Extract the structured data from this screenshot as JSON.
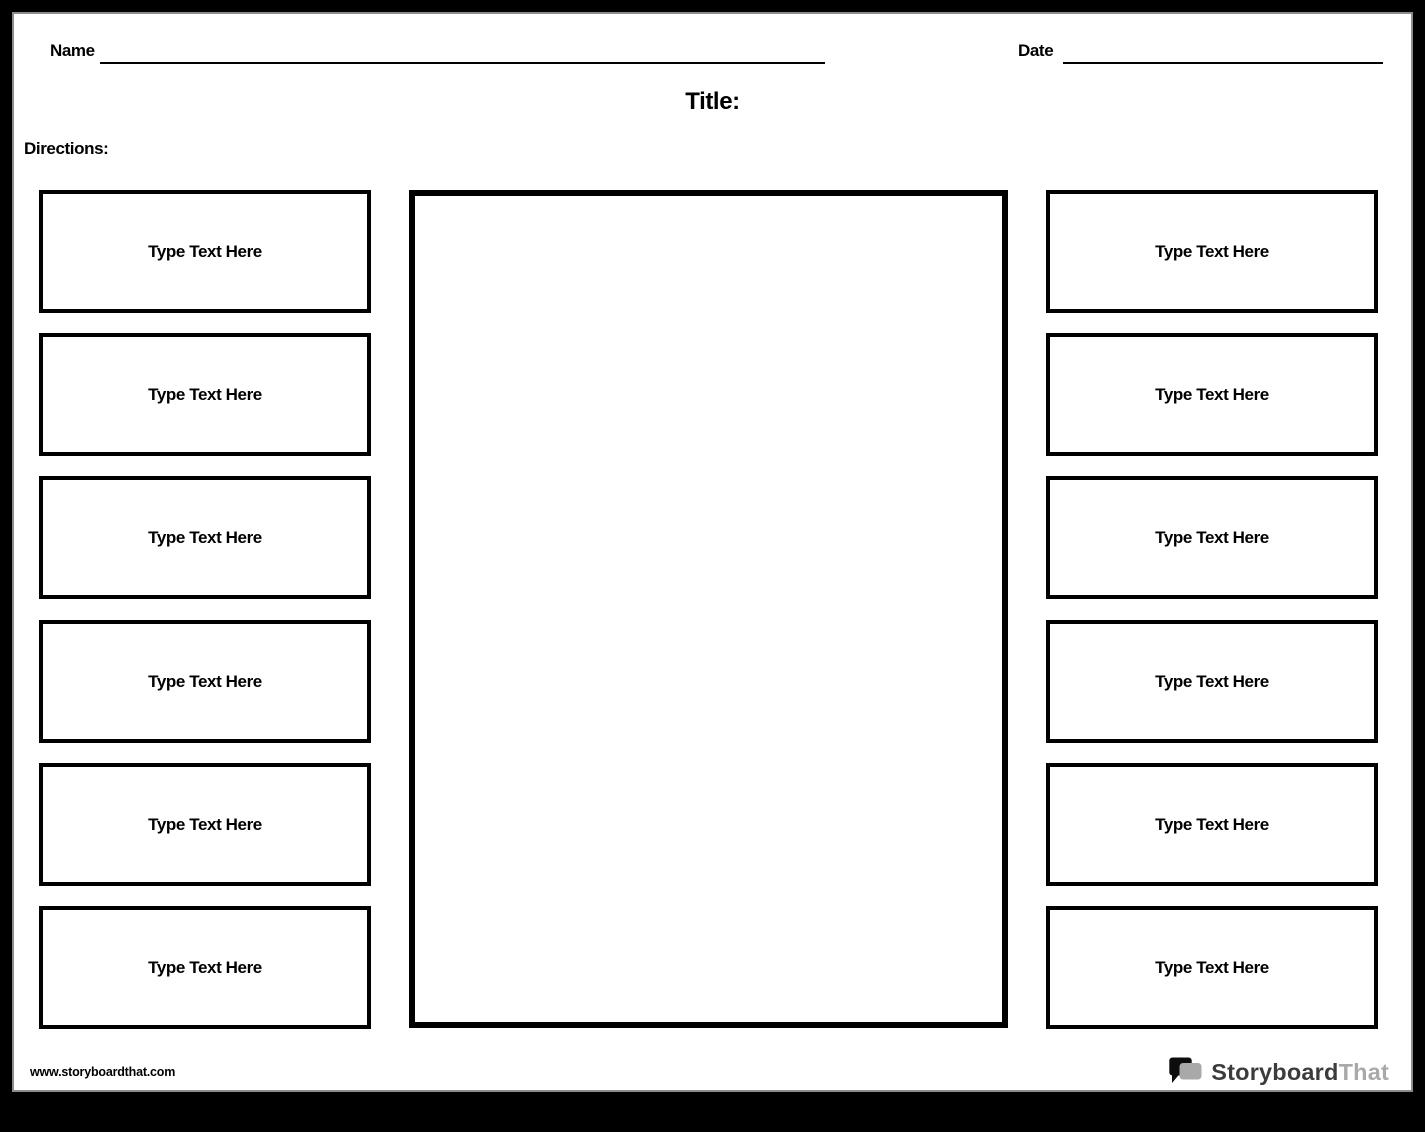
{
  "worksheet": {
    "name_label": "Name",
    "date_label": "Date",
    "title_label": "Title:",
    "directions_label": "Directions:"
  },
  "labels": {
    "left": [
      "Type Text Here",
      "Type Text Here",
      "Type Text Here",
      "Type Text Here",
      "Type Text Here",
      "Type Text Here"
    ],
    "right": [
      "Type Text Here",
      "Type Text Here",
      "Type Text Here",
      "Type Text Here",
      "Type Text Here",
      "Type Text Here"
    ]
  },
  "footer": {
    "website": "www.storyboardthat.com",
    "logo_primary": "Storyboard",
    "logo_secondary": "That"
  },
  "colors": {
    "ink": "#000000",
    "page_edge": "#8c8c8c",
    "logo_primary_color": "#3c3c3c",
    "logo_secondary_color": "#a9a9a9"
  }
}
